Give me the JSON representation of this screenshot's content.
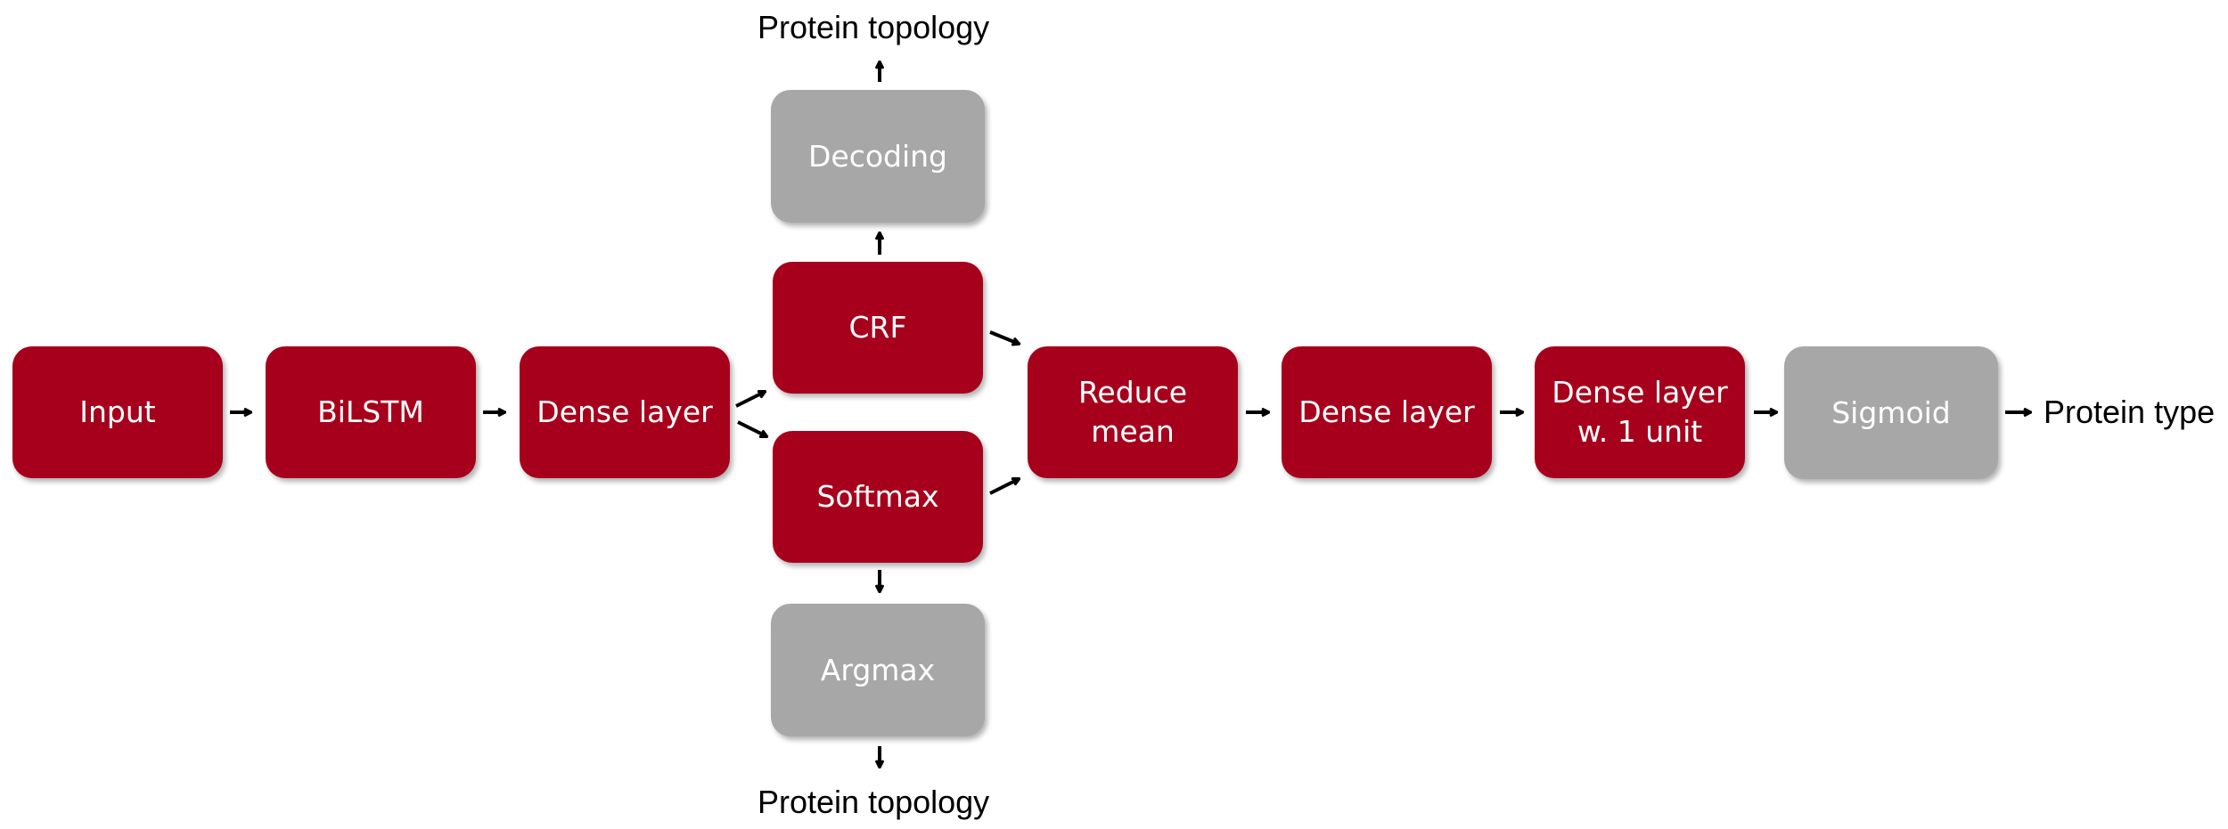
{
  "colors": {
    "red_box": "#a6001c",
    "gray_box": "#a7a7a7",
    "text_on_box": "#ffffff",
    "arrow": "#000000"
  },
  "nodes": {
    "input": "Input",
    "bilstm": "BiLSTM",
    "dense1": "Dense layer",
    "crf": "CRF",
    "softmax": "Softmax",
    "decoding": "Decoding",
    "argmax": "Argmax",
    "reduce_mean": "Reduce\nmean",
    "dense2": "Dense layer",
    "dense_unit": "Dense layer\nw. 1 unit",
    "sigmoid": "Sigmoid"
  },
  "outputs": {
    "topology_top": "Protein topology",
    "topology_bottom": "Protein topology",
    "protein_type": "Protein type"
  },
  "edges": [
    [
      "input",
      "bilstm"
    ],
    [
      "bilstm",
      "dense1"
    ],
    [
      "dense1",
      "crf"
    ],
    [
      "dense1",
      "softmax"
    ],
    [
      "crf",
      "decoding"
    ],
    [
      "decoding",
      "topology_top"
    ],
    [
      "softmax",
      "argmax"
    ],
    [
      "argmax",
      "topology_bottom"
    ],
    [
      "crf",
      "reduce_mean"
    ],
    [
      "softmax",
      "reduce_mean"
    ],
    [
      "reduce_mean",
      "dense2"
    ],
    [
      "dense2",
      "dense_unit"
    ],
    [
      "dense_unit",
      "sigmoid"
    ],
    [
      "sigmoid",
      "protein_type"
    ]
  ]
}
